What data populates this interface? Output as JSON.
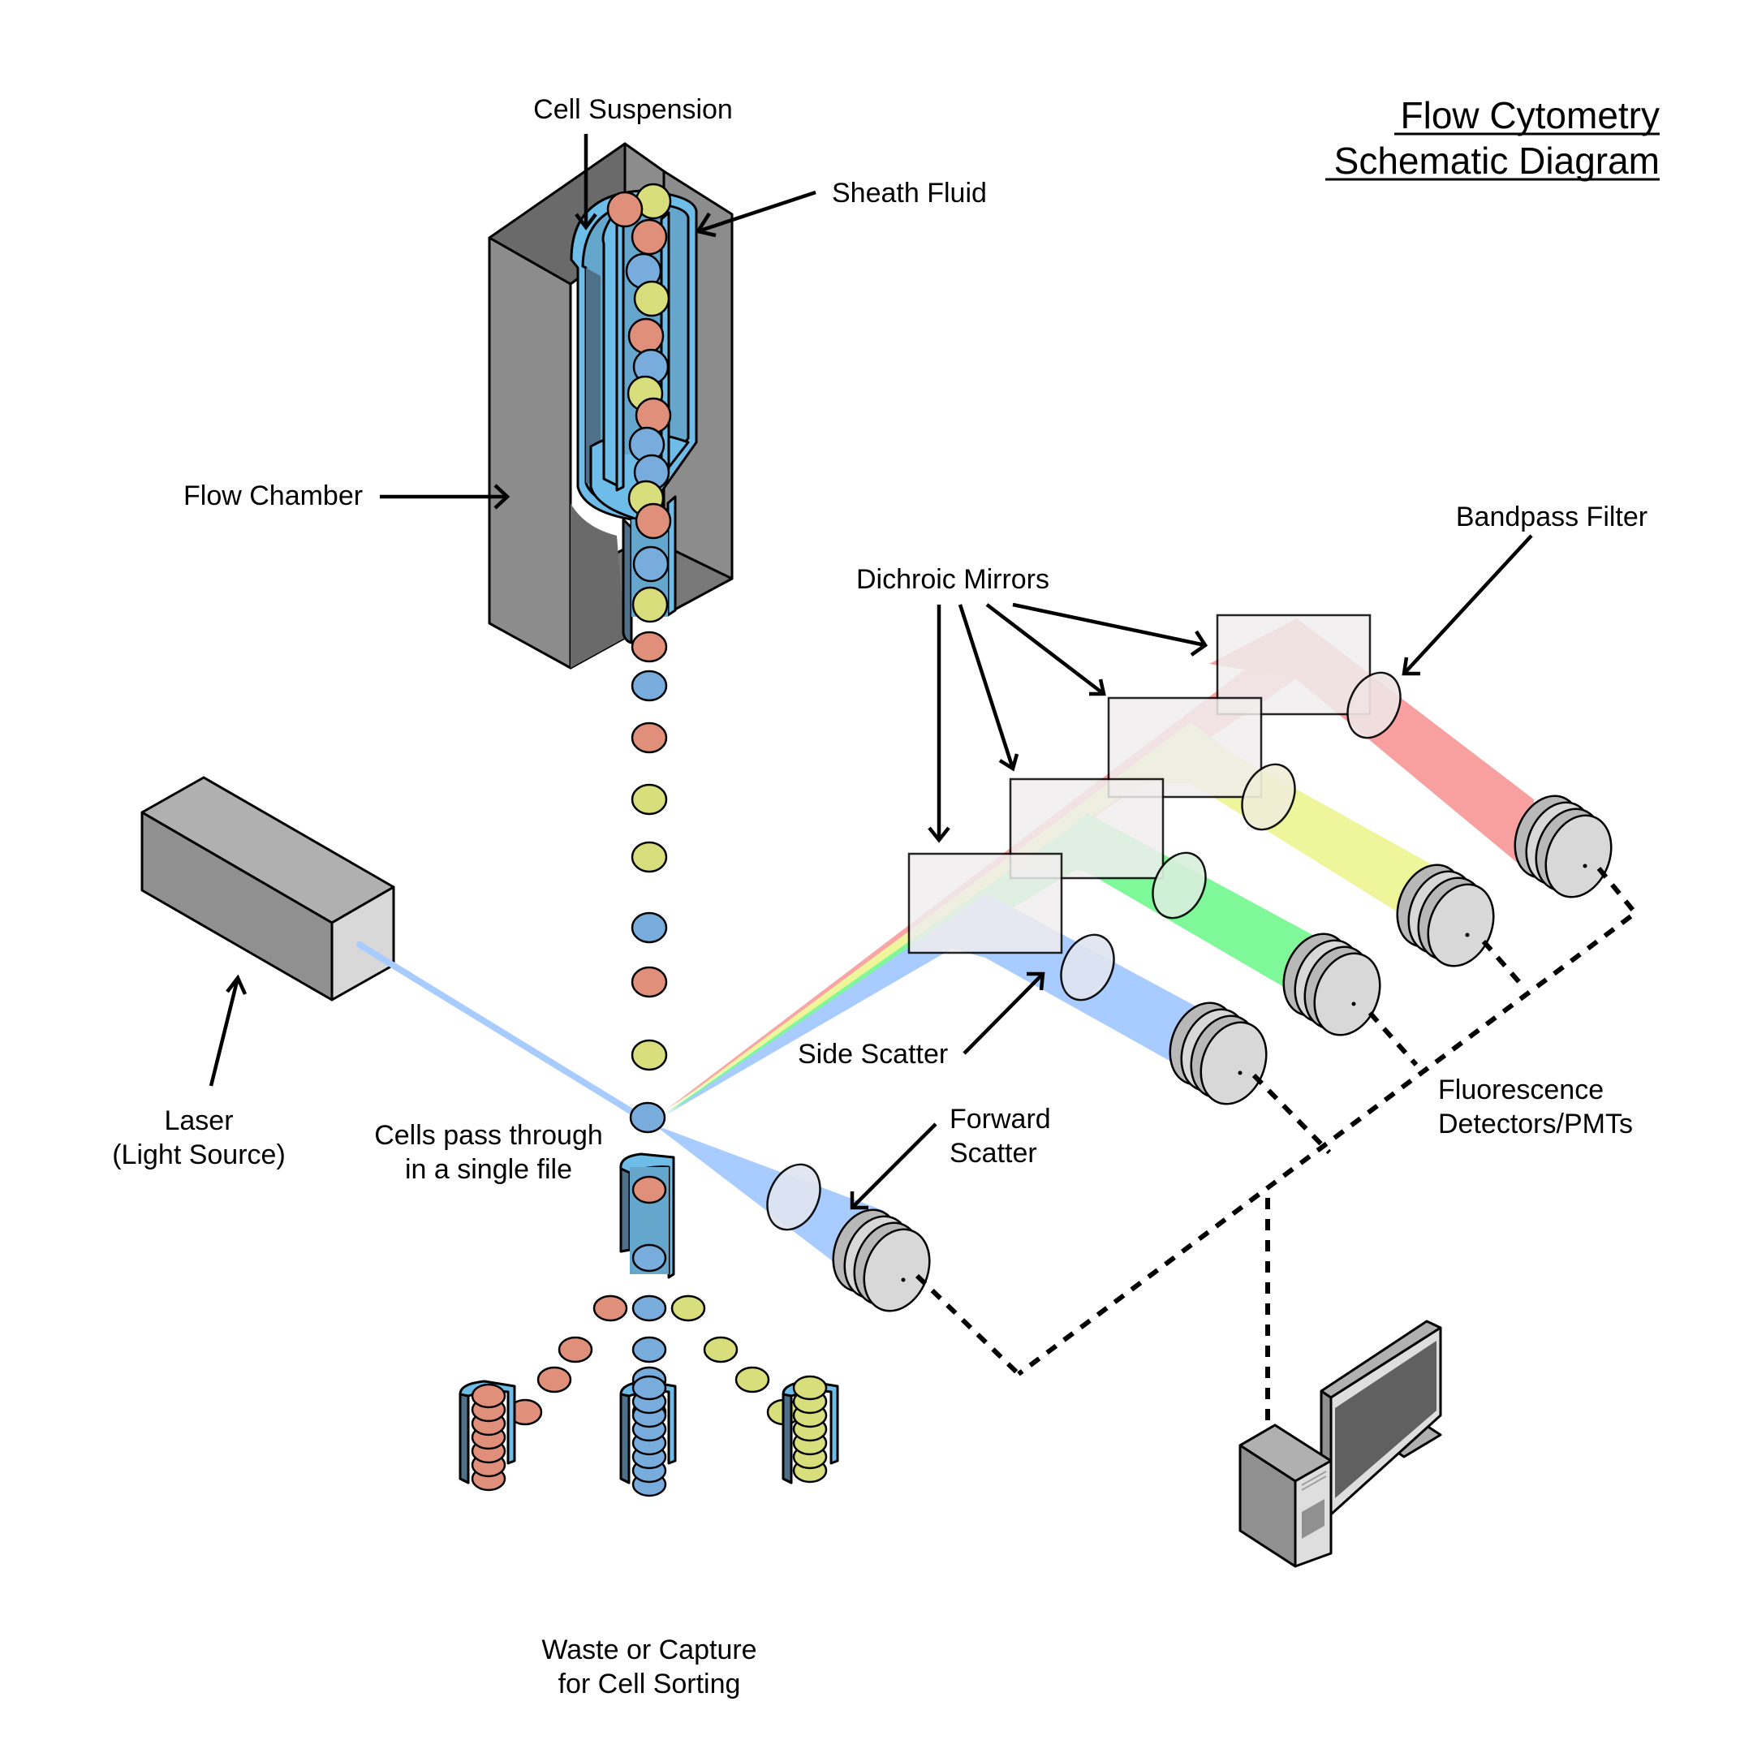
{
  "title": {
    "line1": "Flow Cytometry",
    "line2": "Schematic Diagram"
  },
  "labels": {
    "cell_suspension": "Cell Suspension",
    "sheath_fluid": "Sheath Fluid",
    "flow_chamber": "Flow Chamber",
    "dichroic_mirrors": "Dichroic Mirrors",
    "bandpass_filter": "Bandpass Filter",
    "laser_line1": "Laser",
    "laser_line2": "(Light Source)",
    "cells_pass_line1": "Cells pass through",
    "cells_pass_line2": "in a single file",
    "side_scatter": "Side Scatter",
    "forward_scatter_line1": "Forward",
    "forward_scatter_line2": "Scatter",
    "fluorescence_line1": "Fluorescence",
    "fluorescence_line2": "Detectors/PMTs",
    "waste_line1": "Waste or Capture",
    "waste_line2": "for Cell Sorting"
  },
  "colors": {
    "cell_red": "#e0907a",
    "cell_blue": "#78acdc",
    "cell_yellow": "#d8de7c",
    "beam_laser": "#a8ccff",
    "beam_red": "#f8a0a0",
    "beam_yellow": "#eef59a",
    "beam_green": "#7ef898",
    "beam_blue": "#a8ccff",
    "sheath": "#64a6cc",
    "sheath_light": "#6ebce8",
    "sheath_dark": "#4e7088",
    "chamber_light": "#8c8c8c",
    "chamber_dark": "#6a6a6a",
    "detector_outer": "#b8b8b8",
    "detector_face": "#d8d8d8",
    "mirror": "#f0eeee"
  },
  "stream_cells": [
    "red",
    "blue",
    "red",
    "yellow",
    "yellow",
    "blue",
    "red",
    "yellow",
    "blue"
  ],
  "chamber_cells": [
    "yellow",
    "red",
    "red",
    "blue",
    "yellow",
    "red",
    "blue",
    "yellow",
    "red",
    "blue",
    "blue",
    "yellow",
    "red",
    "blue",
    "yellow"
  ],
  "sorting": {
    "tube_top_cells": [
      "red",
      "blue"
    ],
    "left_branch": [
      "red",
      "red",
      "red",
      "red"
    ],
    "center_branch": [
      "blue",
      "blue",
      "blue",
      "blue",
      "blue"
    ],
    "right_branch": [
      "yellow",
      "yellow",
      "yellow",
      "yellow"
    ],
    "bins": [
      {
        "color": "red",
        "count": 7
      },
      {
        "color": "blue",
        "count": 8
      },
      {
        "color": "yellow",
        "count": 7
      }
    ]
  },
  "fluorescence_channels": [
    "blue",
    "green",
    "yellow",
    "red"
  ]
}
